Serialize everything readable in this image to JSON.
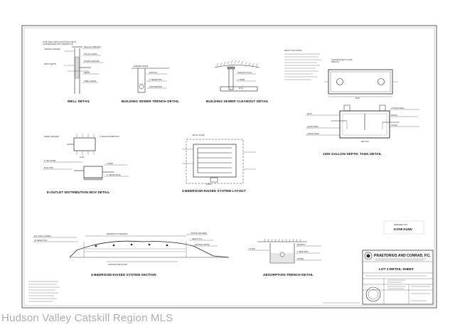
{
  "details": {
    "well": "WELL DETAIL",
    "building_sewer_trench": "BUILDING SEWER TRENCH DETAIL",
    "building_sewer_cleanout": "BUILDING SEWER CLEANOUT DETAIL",
    "distribution_box": "8-OUTLET DISTRIBUTION BOX DETAIL",
    "raised_system_layout": "4-BEDROOM RAISED SYSTEM LAYOUT",
    "septic_tank": "1250 GALLON SEPTIC TANK DETAIL",
    "raised_system_section": "4-BEDROOM RAISED SYSTEM SECTION",
    "absorption_trench": "ABSORPTION TRENCH DETAIL"
  },
  "title_block": {
    "firm": "PRAETORIUS AND CONRAD, P.C.",
    "sheet_title": "LOT 3 DETAIL SHEET",
    "prepared_for_label": "PREPARED FOR",
    "client": "KATIE DUNN"
  },
  "watermark": "Hudson Valley Catskill Region MLS"
}
